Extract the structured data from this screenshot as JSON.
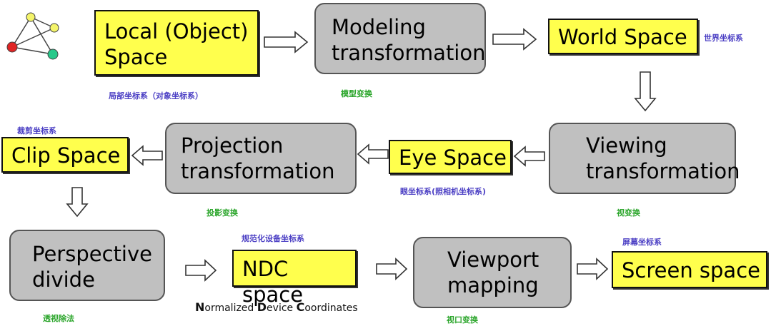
{
  "boxes": {
    "local_space": "Local (Object)\nSpace",
    "modeling": "Modeling\ntransformation",
    "world_space": "World Space",
    "viewing": "Viewing\ntransformation",
    "eye_space": "Eye Space",
    "projection": "Projection\ntransformation",
    "clip_space": "Clip Space",
    "perspective": "Perspective\ndivide",
    "ndc_space": "NDC space",
    "viewport": "Viewport\nmapping",
    "screen_space": "Screen space"
  },
  "captions": {
    "local": "局部坐标系（对象坐标系）",
    "modeling": "模型变换",
    "world": "世界坐标系",
    "viewing": "视变换",
    "eye": "眼坐标系(照相机坐标系)",
    "projection": "投影变换",
    "clip": "裁剪坐标系",
    "perspective": "透视除法",
    "ndc": "规范化设备坐标系",
    "viewport": "视口变换",
    "screen": "屏幕坐标系"
  },
  "ndc_note": {
    "n_initial": "N",
    "n_rest": "ormalized ",
    "d_initial": "D",
    "d_rest": "evice ",
    "c_initial": "C",
    "c_rest": "oordinates"
  },
  "colors": {
    "space_fill": "#ffff4d",
    "process_fill": "#c0c0c0",
    "caption_blue": "#4b3fc4",
    "caption_green": "#2aa52a"
  },
  "icon": "triangle-graph-icon"
}
